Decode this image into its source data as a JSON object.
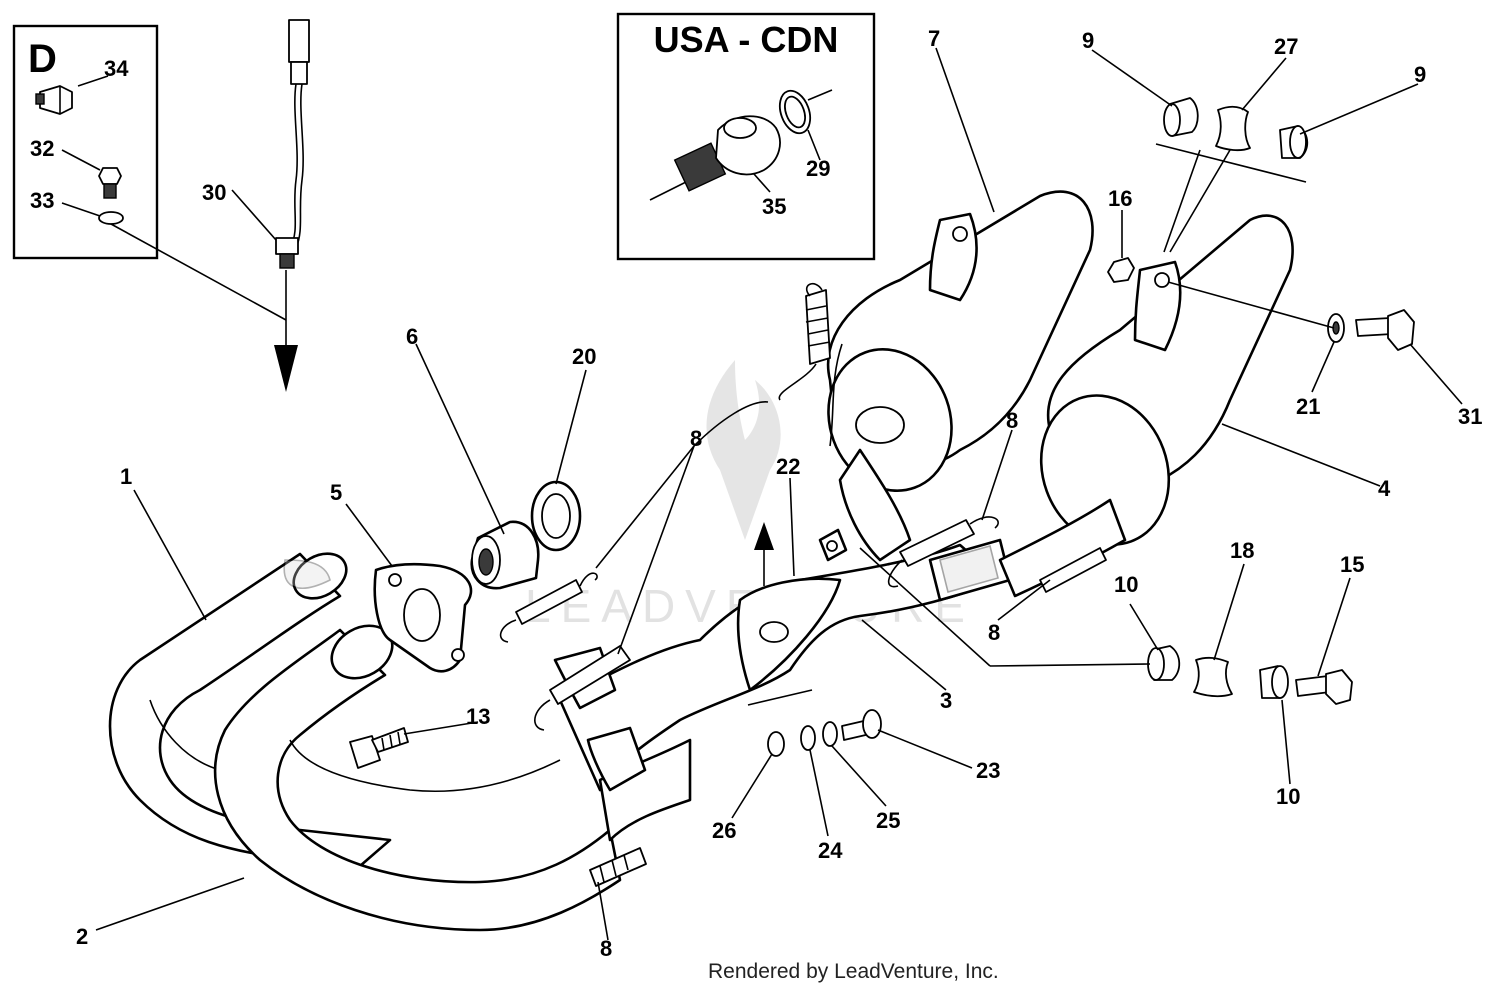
{
  "inset_d": {
    "label": "D"
  },
  "inset_usa": {
    "title": "USA - CDN"
  },
  "footer": {
    "text": "Rendered by LeadVenture, Inc."
  },
  "watermark": {
    "text": "LEADVENTURE"
  },
  "callouts": {
    "c1": "1",
    "c2": "2",
    "c3": "3",
    "c4": "4",
    "c5": "5",
    "c6": "6",
    "c7": "7",
    "c8a": "8",
    "c8b": "8",
    "c8c": "8",
    "c8d": "8",
    "c9a": "9",
    "c9b": "9",
    "c10a": "10",
    "c10b": "10",
    "c13": "13",
    "c15": "15",
    "c16": "16",
    "c18": "18",
    "c20": "20",
    "c21": "21",
    "c22": "22",
    "c23": "23",
    "c24": "24",
    "c25": "25",
    "c26": "26",
    "c27": "27",
    "c29": "29",
    "c30": "30",
    "c31": "31",
    "c32": "32",
    "c33": "33",
    "c34": "34",
    "c35": "35"
  }
}
